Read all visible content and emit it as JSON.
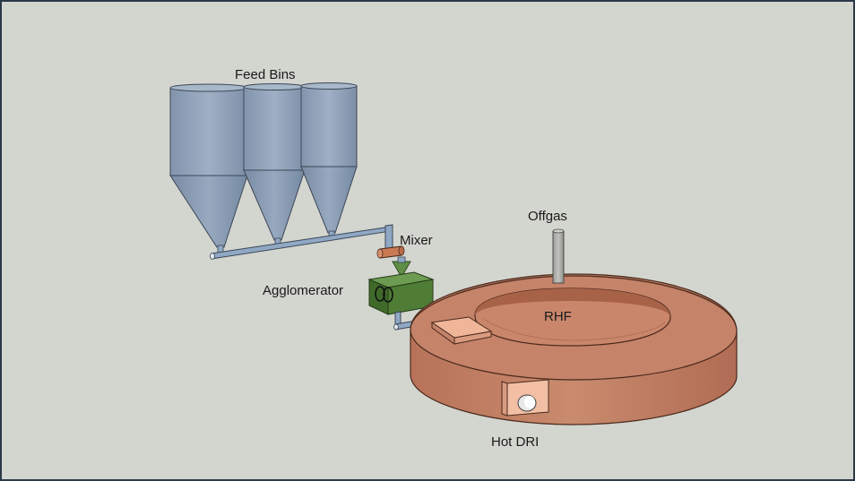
{
  "labels": {
    "feed_bins": "Feed Bins",
    "mixer": "Mixer",
    "agglomerator": "Agglomerator",
    "offgas": "Offgas",
    "rhf": "RHF",
    "hot_dri": "Hot DRI"
  },
  "colors": {
    "background": "#d3d5cf",
    "border": "#2b3a4a",
    "silo": "#94a5bb",
    "pipe": "#8fa8c4",
    "mixer": "#c97a55",
    "agglomerator": "#4f7d36",
    "furnace": "#c9856a",
    "offgas_stack": "#a9aaa6",
    "discharge_port": "#f2bfa5"
  }
}
